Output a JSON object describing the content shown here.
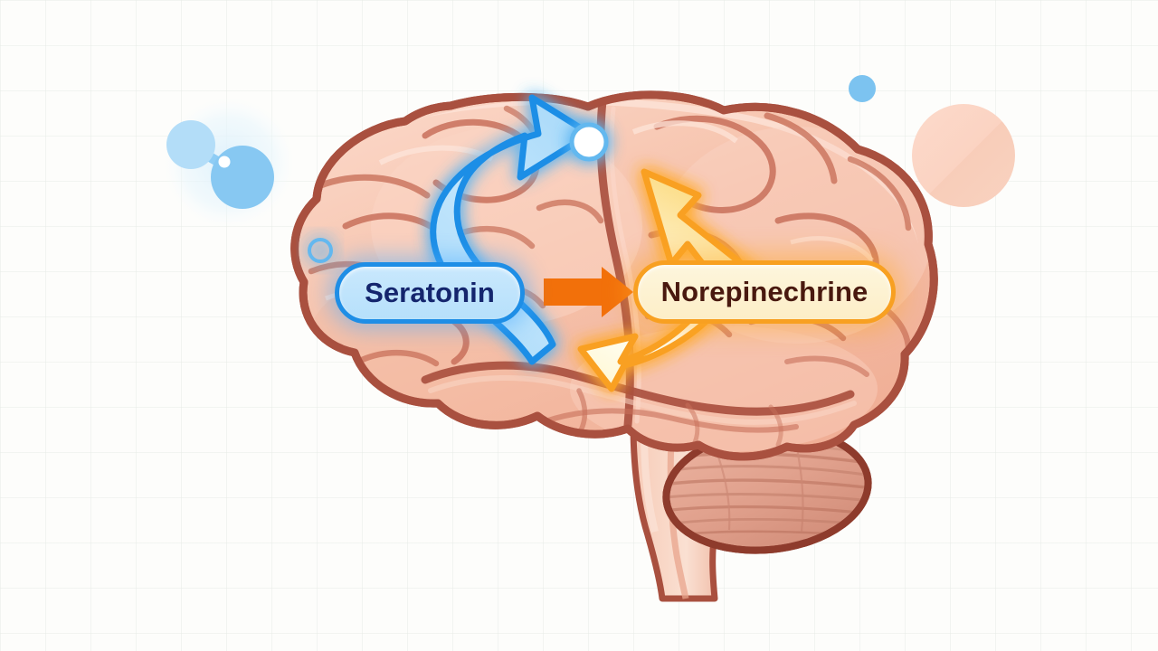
{
  "scene": {
    "kind": "neuroscience-illustration",
    "subject": "human-brain-lateral-view",
    "background_color": "#fdfdfb",
    "grid_color": "#e4eae4"
  },
  "labels": {
    "serotonin": {
      "text": "Seratonin",
      "fill_color": "#b6e0fb",
      "border_color": "#1e8ee6",
      "text_color": "#14256d"
    },
    "norepinephrine": {
      "text": "Norepinechrine",
      "fill_color": "#fdeec7",
      "border_color": "#f8a021",
      "text_color": "#49190f"
    }
  },
  "connector": {
    "name": "serotonin-to-norepinephrine-arrow",
    "direction": "right",
    "color": "#f2700a"
  },
  "arrows": [
    {
      "name": "serotonin-upward-arrow",
      "direction": "up-right",
      "stroke_color": "#1e8ee6",
      "fill_color": "#bfe4fb",
      "glow_color": "#7cc3f0"
    },
    {
      "name": "norepinephrine-upward-arrow",
      "direction": "up-left",
      "stroke_color": "#f9a020",
      "fill_color": "#fde39a",
      "glow_color": "#ffc04d"
    },
    {
      "name": "norepinephrine-downward-arrow",
      "direction": "down-left",
      "stroke_color": "#f9a020",
      "fill_color": "#fffbe8",
      "glow_color": "#ffc04d"
    }
  ],
  "nodes": [
    {
      "name": "synapse-node-white",
      "shape": "circle",
      "fill_color": "#ffffff",
      "ring_color": "#63b8ef"
    },
    {
      "name": "synapse-node-ring",
      "shape": "ring",
      "fill_color": "transparent",
      "ring_color": "#63b8ef"
    }
  ],
  "decorations": [
    {
      "name": "molecule-icon",
      "position": "top-left",
      "color": "#8fcdf5",
      "halo_color": "#e4f3fd"
    },
    {
      "name": "blue-dot-decoration",
      "position": "top-right",
      "color": "#7cc3f0"
    },
    {
      "name": "pill-circle-decoration",
      "position": "right",
      "color": "#fadacb"
    }
  ],
  "brain": {
    "outline_color": "#a9503f",
    "cortex_fill": "#f4b9a3",
    "cortex_highlight": "#fbd7c8",
    "sulcus_color": "#c8705a",
    "cerebellum_fill": "#e0a08c",
    "cerebellum_outline": "#8e3b2c",
    "brainstem_fill": "#f6c4ae",
    "parts": [
      "frontal-lobe",
      "parietal-lobe",
      "occipital-lobe",
      "temporal-lobe",
      "cerebellum",
      "brainstem"
    ]
  }
}
